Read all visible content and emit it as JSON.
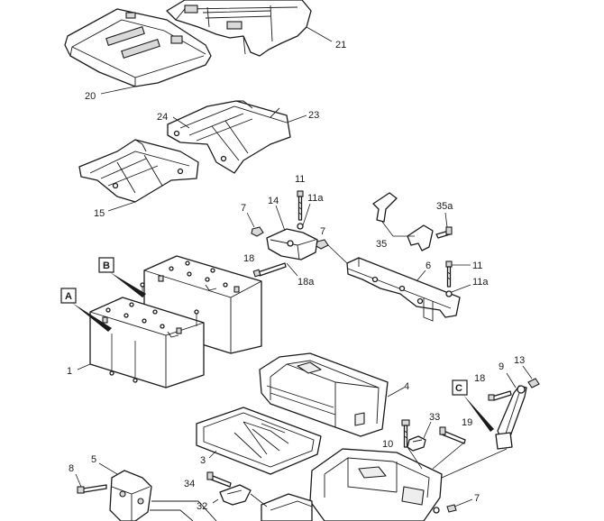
{
  "callouts": {
    "a": "A",
    "b": "B",
    "c": "C"
  },
  "labels": {
    "p1": "1",
    "p3": "3",
    "p4": "4",
    "p5": "5",
    "p6": "6",
    "p7a": "7",
    "p7b": "7",
    "p7c": "7",
    "p8": "8",
    "p9": "9",
    "p10": "10",
    "p11a": "11",
    "p11b": "11",
    "p11a_small": "11a",
    "p11a_small2": "11a",
    "p13": "13",
    "p14": "14",
    "p15": "15",
    "p18a": "18",
    "p18b": "18",
    "p18a_small": "18a",
    "p19": "19",
    "p20": "20",
    "p21": "21",
    "p23": "23",
    "p24": "24",
    "p32": "32",
    "p33": "33",
    "p34": "34",
    "p35": "35",
    "p35a": "35a"
  }
}
